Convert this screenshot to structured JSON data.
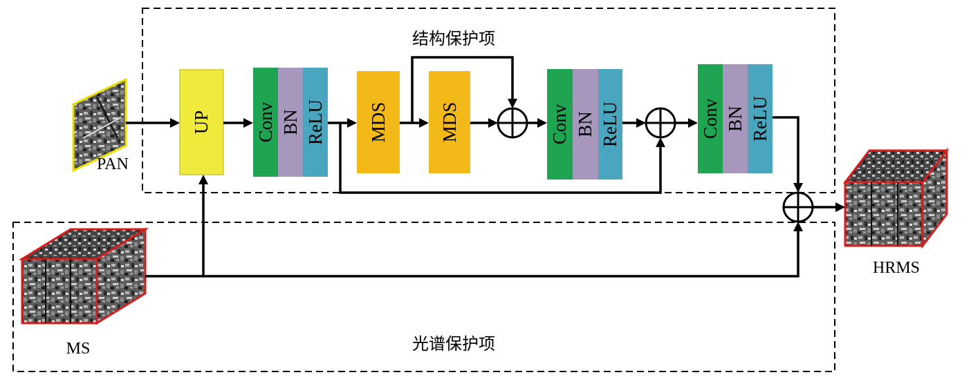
{
  "labels": {
    "pan": "PAN",
    "ms": "MS",
    "hrms": "HRMS",
    "structure_term": "结构保护项",
    "spectral_term": "光谱保护项"
  },
  "blocks": {
    "up": "UP",
    "mds_1": "MDS",
    "mds_2": "MDS",
    "cbr": [
      "Conv",
      "BN",
      "ReLU"
    ]
  },
  "colors": {
    "up": "#f0ea3c",
    "up_border": "#c9c92a",
    "conv": "#1fa552",
    "bn": "#a897bd",
    "relu": "#4aa6bf",
    "mds": "#f2b918",
    "image_frame_pan": "#e8e000",
    "image_frame_ms": "#d81b1b",
    "arrow": "#000000",
    "dashed_box": "#000000"
  },
  "icons": {
    "add": "circled-plus-icon",
    "arrow": "arrowhead-icon"
  }
}
